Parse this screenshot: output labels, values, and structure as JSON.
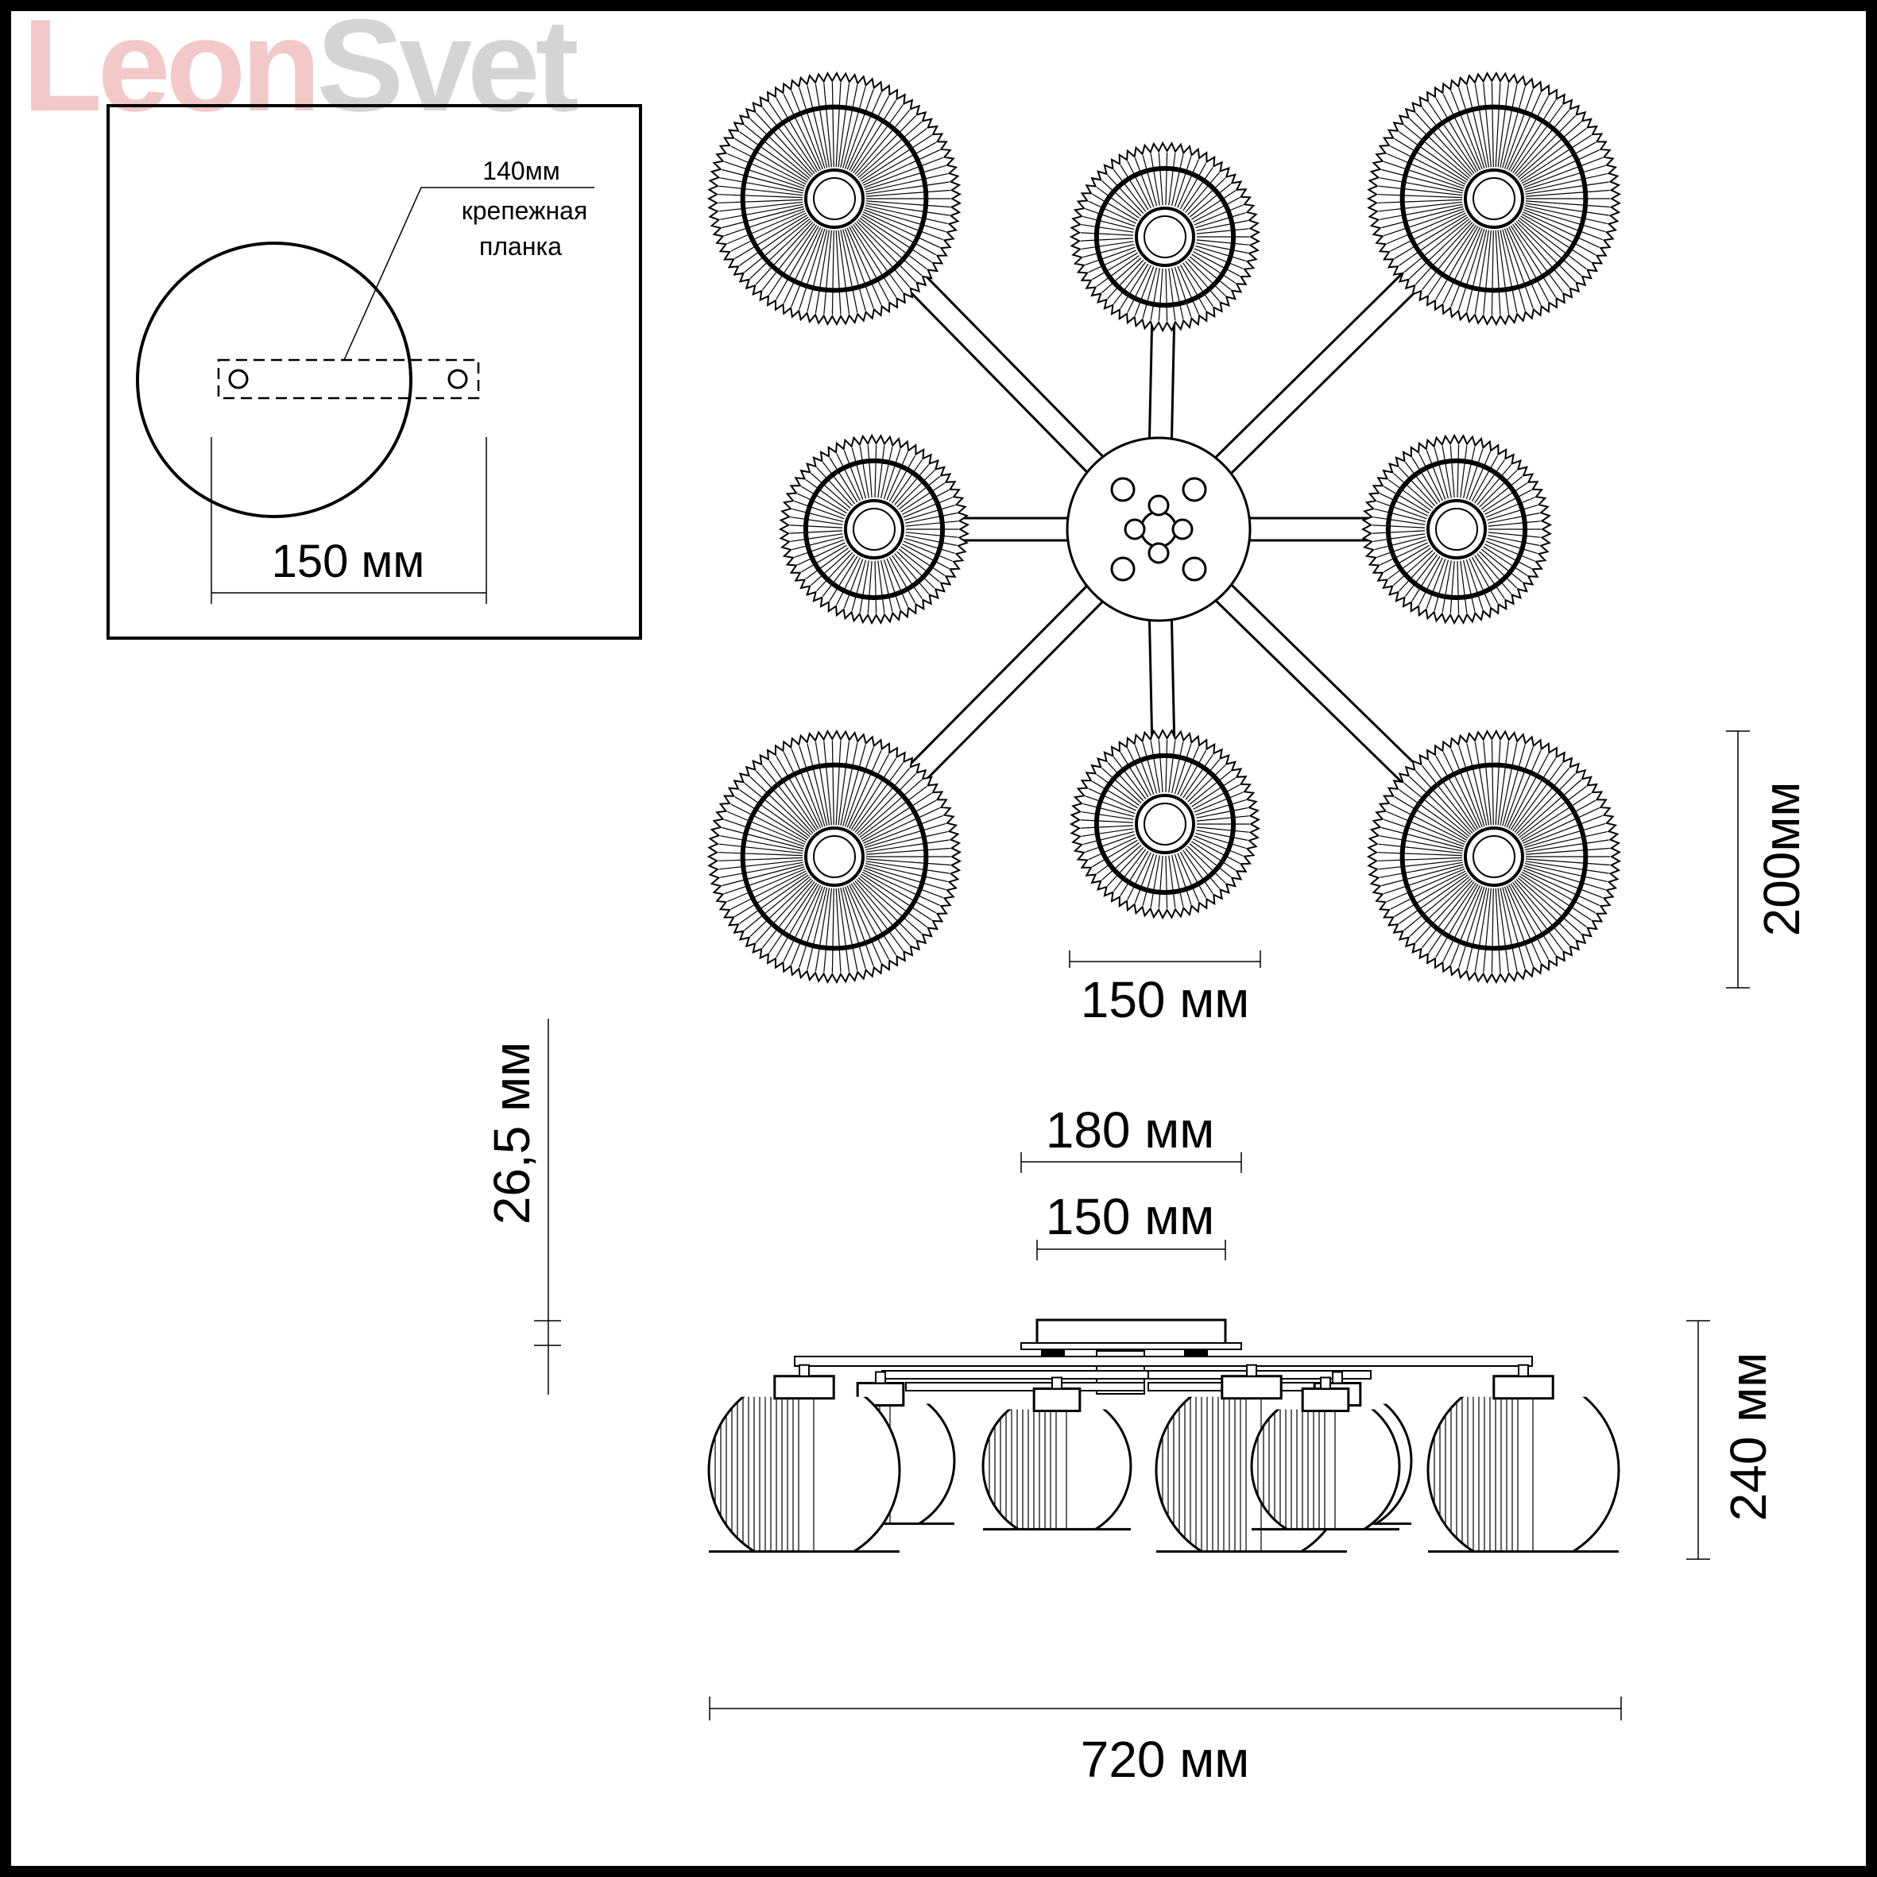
{
  "watermark": {
    "part1": "Leon",
    "part2": "Svet"
  },
  "inset": {
    "bracket_line1": "140мм",
    "bracket_line2": "крепежная",
    "bracket_line3": "планка",
    "base_diameter": "150 мм"
  },
  "top_view": {
    "shade_diameter": "150 мм",
    "shade_height": "200мм"
  },
  "side_view": {
    "canopy_outer": "180 мм",
    "canopy_inner": "150 мм",
    "canopy_height": "26,5 мм",
    "total_height": "240 мм",
    "total_width": "720 мм"
  },
  "colors": {
    "line": "#000000",
    "watermark_red": "#f2c8c8",
    "watermark_gray": "#d4d4d4"
  }
}
